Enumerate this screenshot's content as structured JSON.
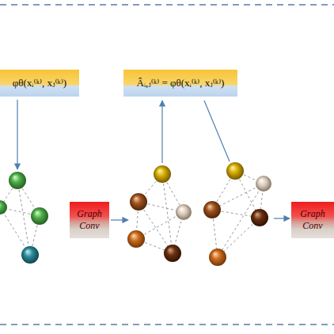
{
  "diagram": {
    "nodes": [
      {
        "text": [
          "φθ(xᵢ⁽ᵏ⁾, xⱼ⁽ᵏ⁾)"
        ]
      },
      {
        "text": [
          "Âᵢ,ⱼ⁽ᵏ⁾ = φθ(xᵢ⁽ᵏ⁾, xⱼ⁽ᵏ⁾)"
        ]
      },
      {
        "text": [
          "Graph Conv"
        ]
      },
      {
        "text": [
          "Graph Conv"
        ]
      }
    ]
  }
}
